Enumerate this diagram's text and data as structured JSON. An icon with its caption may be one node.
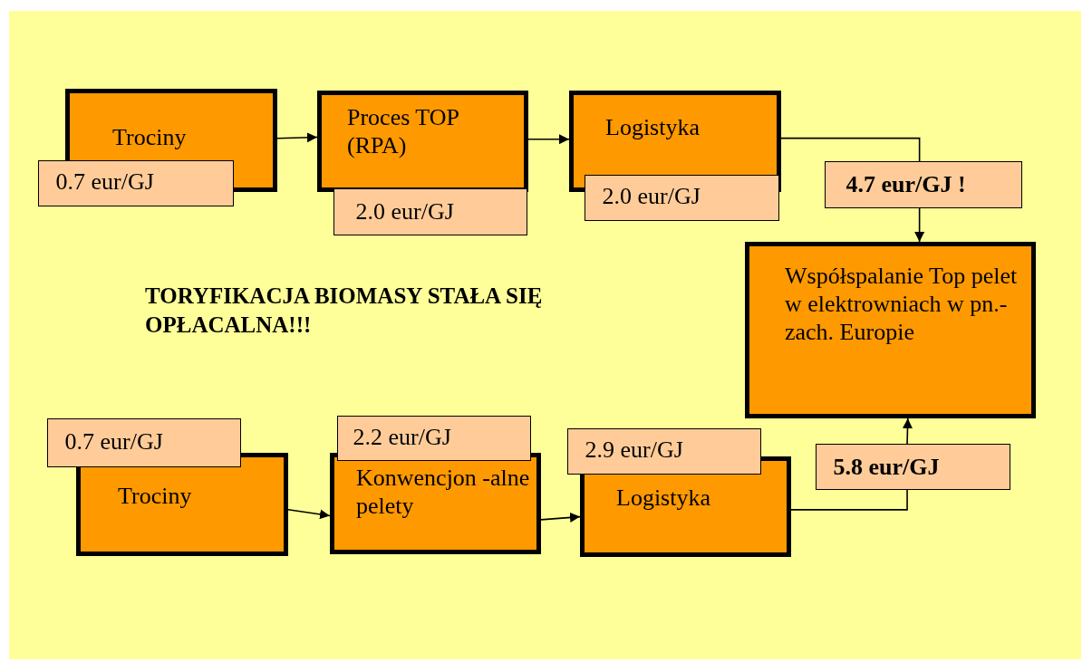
{
  "diagram": {
    "nodes": [
      {
        "text": [
          "Trociny"
        ]
      },
      {
        "text": [
          "0.7 eur/GJ"
        ]
      },
      {
        "text": [
          "Proces TOP (RPA)"
        ]
      },
      {
        "text": [
          "2.0 eur/GJ"
        ]
      },
      {
        "text": [
          "Logistyka"
        ]
      },
      {
        "text": [
          "2.0 eur/GJ"
        ]
      },
      {
        "text": [
          "4.7 eur/GJ !"
        ]
      },
      {
        "text": [
          "Współspalanie Top pelet w elektrowniach w pn.-zach. Europie"
        ]
      },
      {
        "text": [
          "Trociny"
        ]
      },
      {
        "text": [
          "0.7 eur/GJ"
        ]
      },
      {
        "text": [
          "Konwencjon -alne pelety"
        ]
      },
      {
        "text": [
          "2.2 eur/GJ"
        ]
      },
      {
        "text": [
          "Logistyka"
        ]
      },
      {
        "text": [
          "2.9 eur/GJ"
        ]
      },
      {
        "text": [
          "5.8 eur/GJ"
        ]
      }
    ],
    "edges": [
      {
        "from": 0,
        "to": 2,
        "arrow": "to"
      },
      {
        "from": 2,
        "to": 4,
        "arrow": "to"
      },
      {
        "from": 4,
        "to": 6,
        "arrow": "none"
      },
      {
        "from": 6,
        "to": 7,
        "arrow": "to"
      },
      {
        "from": 8,
        "to": 10,
        "arrow": "to"
      },
      {
        "from": 10,
        "to": 12,
        "arrow": "to"
      },
      {
        "from": 12,
        "to": 14,
        "arrow": "none"
      },
      {
        "from": 14,
        "to": 7,
        "arrow": "to"
      }
    ],
    "labels": [
      "TORYFIKACJA BIOMASY STAŁA SIĘ OPŁACALNA!!!"
    ]
  }
}
